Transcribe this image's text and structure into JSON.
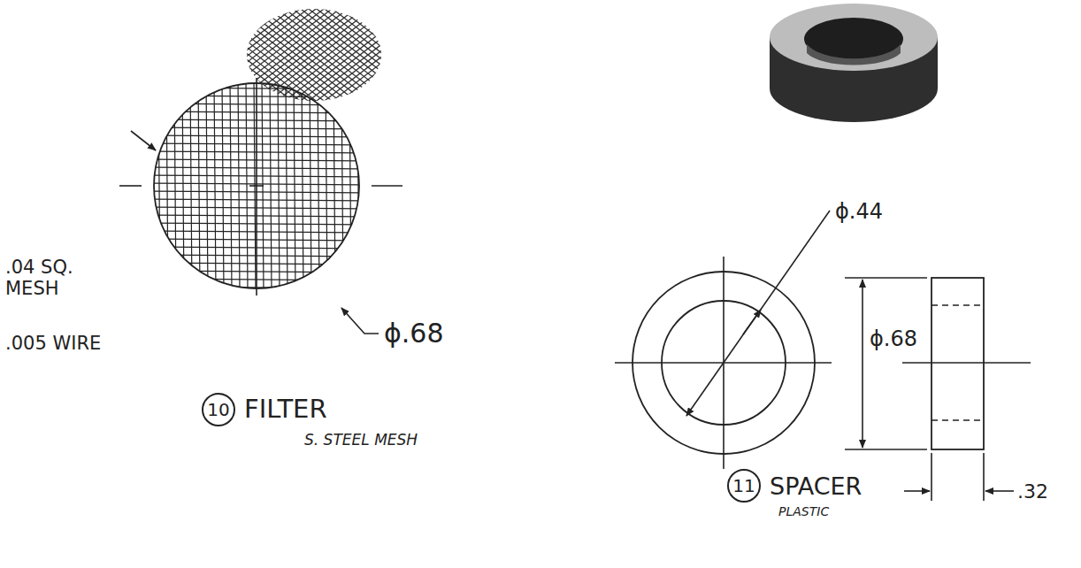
{
  "diagram": {
    "nodes": [
      {
        "text": [
          "10"
        ]
      },
      {
        "text": [
          "11"
        ]
      }
    ],
    "labels": [
      ".04 SQ. MESH",
      ".005 WIRE",
      "ϕ.68",
      "FILTER",
      "S. STEEL MESH",
      "ϕ.44",
      "ϕ.68",
      ".32",
      "SPACER",
      "PLASTIC"
    ]
  }
}
